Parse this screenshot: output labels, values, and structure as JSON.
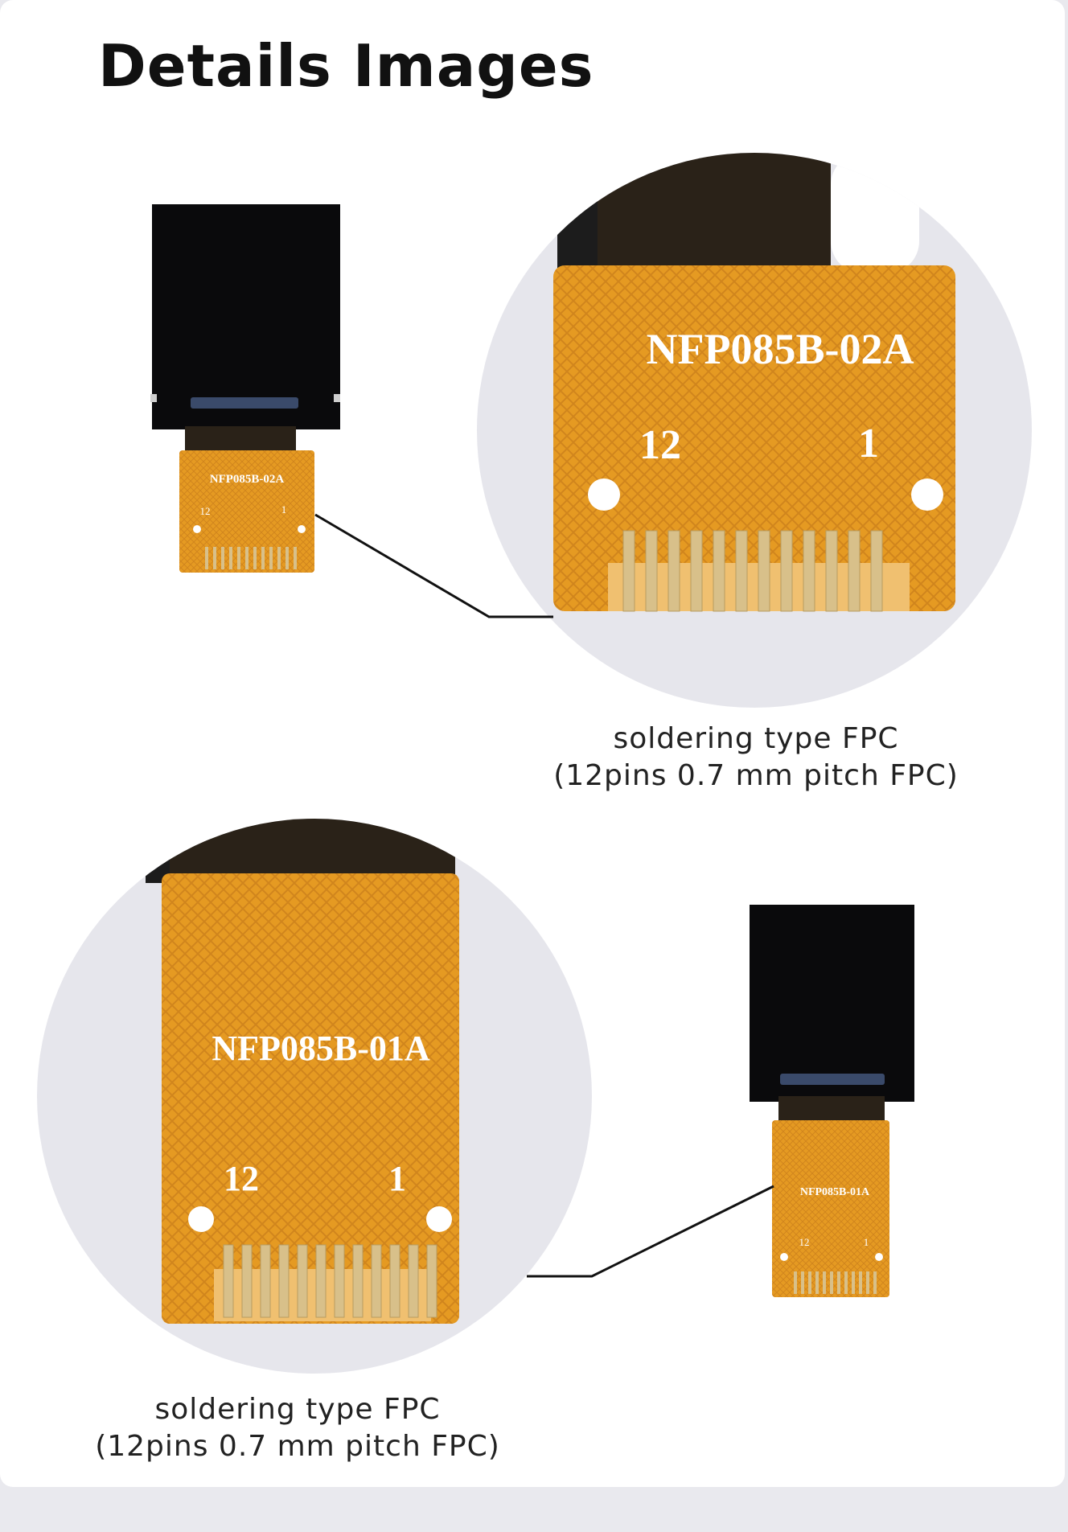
{
  "page": {
    "title": "Details Images"
  },
  "top_section": {
    "part_label": "NFP085B-02A",
    "pin_left": "12",
    "pin_right": "1",
    "caption_line1": "soldering type FPC",
    "caption_line2": "(12pins 0.7 mm pitch FPC)"
  },
  "bottom_section": {
    "part_label": "NFP085B-01A",
    "pin_left": "12",
    "pin_right": "1",
    "caption_line1": "soldering type FPC",
    "caption_line2": "(12pins 0.7 mm pitch FPC)"
  },
  "colors": {
    "fpc_orange": "#e59a22",
    "fpc_dark": "#c7791a",
    "display_black": "#0a0a0c",
    "gold_pin": "#d8c08a",
    "circle_bg": "#e6e6ec"
  }
}
